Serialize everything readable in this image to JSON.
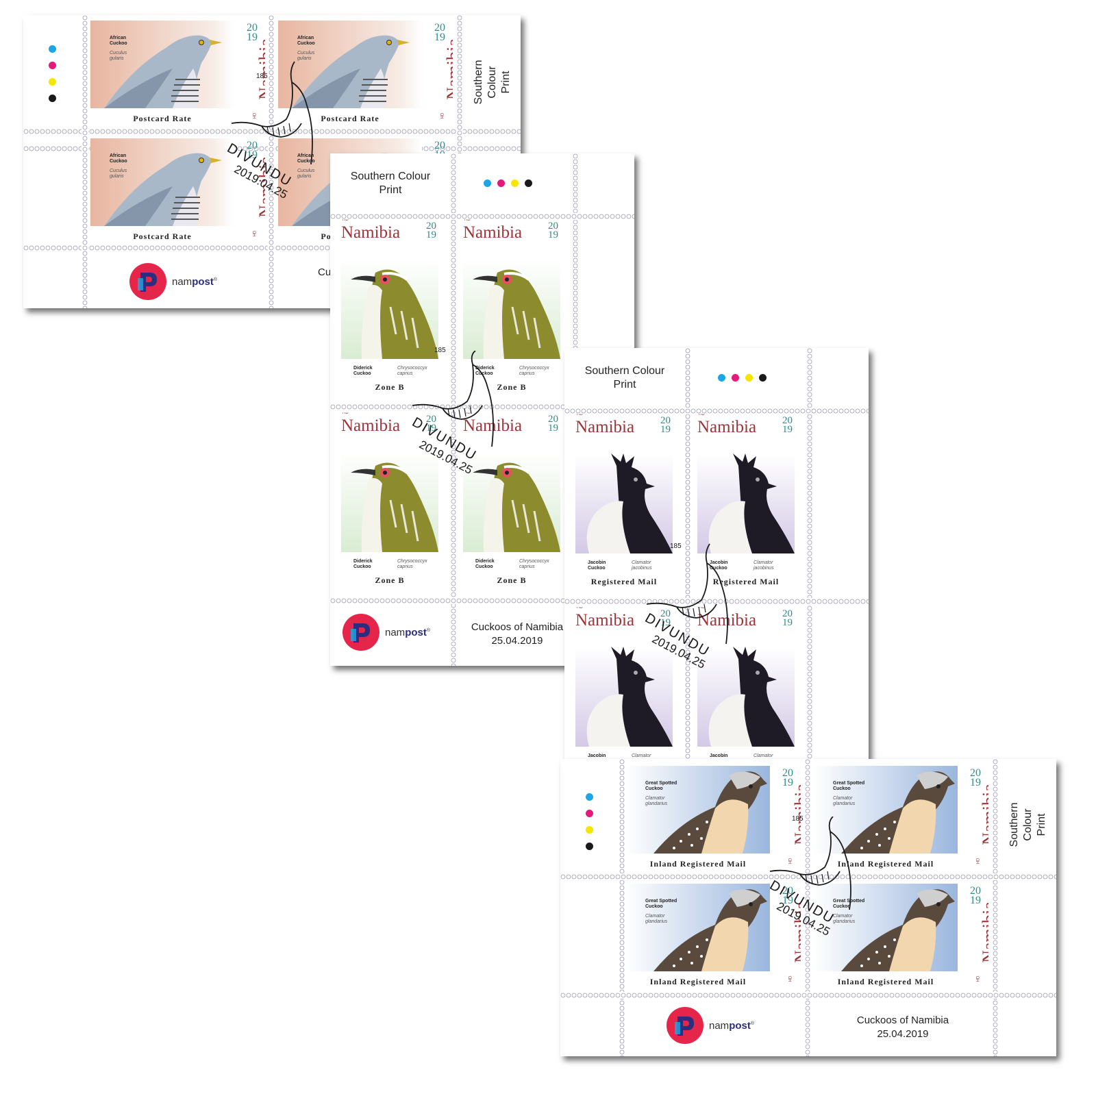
{
  "common": {
    "country": "Namibia",
    "year_top": "20",
    "year_bottom": "19",
    "printer_line1": "Southern Colour",
    "printer_line2": "Print",
    "brand_plain": "nam",
    "brand_bold": "post",
    "brand_mark": "®",
    "issue_title": "Cuckoos of Namibia",
    "issue_date": "25.04.2019",
    "issue_partial": "Cu",
    "plate_code": "HD",
    "colors": {
      "country": "#9c3439",
      "year": "#2c8c8a",
      "brand": "#e5254a",
      "brand_text": "#2b2d7e"
    }
  },
  "postmark": {
    "town": "DIVUNDU",
    "date": "2019.04.25",
    "code": "185"
  },
  "sheets": [
    {
      "bird": "African Cuckoo",
      "common_name": [
        "African",
        "Cuckoo"
      ],
      "scientific_name": [
        "Cuculus",
        "gularis"
      ],
      "rate": "Postcard Rate"
    },
    {
      "bird": "Diderick Cuckoo",
      "common_name": [
        "Diderick",
        "Cuckoo"
      ],
      "scientific_name": [
        "Chrysococcyx",
        "caprius"
      ],
      "rate": "Zone B"
    },
    {
      "bird": "Jacobin Cuckoo",
      "common_name": [
        "Jacobin",
        "Cuckoo"
      ],
      "scientific_name": [
        "Clamator",
        "jacobinus"
      ],
      "rate": "Registered Mail",
      "partial_common": "Jacobin",
      "partial_scientific": "Clamator"
    },
    {
      "bird": "Great Spotted Cuckoo",
      "common_name": [
        "Great Spotted",
        "Cuckoo"
      ],
      "scientific_name": [
        "Clamator",
        "glandarius"
      ],
      "rate": "Inland Registered Mail"
    }
  ],
  "registration_dots": [
    "#1aa7e8",
    "#e4197a",
    "#f5e500",
    "#1a1a1a"
  ]
}
